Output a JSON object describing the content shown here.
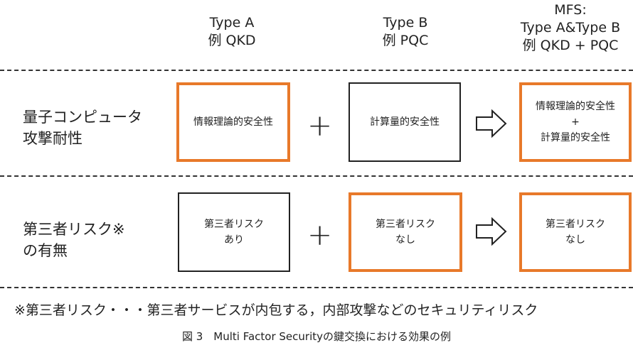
{
  "columns": {
    "type_a": "Type A\n例 QKD",
    "type_b": "Type B\n例 PQC",
    "mfs": "MFS:\nType A&Type B\n例 QKD + PQC"
  },
  "rows": {
    "quantum": {
      "label": "量子コンピュータ\n攻撃耐性",
      "type_a": "情報理論的安全性",
      "type_b": "計算量的安全性",
      "mfs": "情報理論的安全性\n+\n計算量的安全性"
    },
    "third_party": {
      "label": "第三者リスク※\nの有無",
      "type_a": "第三者リスク\nあり",
      "type_b": "第三者リスク\nなし",
      "mfs": "第三者リスク\nなし"
    }
  },
  "operator_plus": "+",
  "footnote": "※第三者リスク・・・第三者サービスが内包する，内部攻撃などのセキュリティリスク",
  "caption": "図 3　Multi Factor Securityの鍵交換における効果の例",
  "colors": {
    "accent": "#e8792a",
    "line": "#222222"
  },
  "icons": {
    "arrow": "arrow-right-icon"
  }
}
